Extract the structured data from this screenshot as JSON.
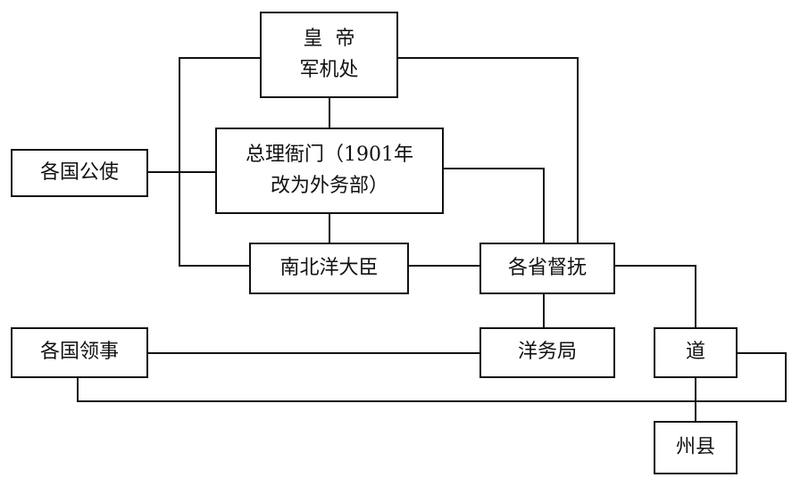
{
  "nodes": {
    "emperor": {
      "line1": "皇  帝",
      "line2": "军机处"
    },
    "zongli": {
      "line1": "总理衙门（1901年",
      "line2": "改为外务部）"
    },
    "envoys": {
      "label": "各国公使"
    },
    "nanbei": {
      "label": "南北洋大臣"
    },
    "governors": {
      "label": "各省督抚"
    },
    "consuls": {
      "label": "各国领事"
    },
    "yangwu": {
      "label": "洋务局"
    },
    "dao": {
      "label": "道"
    },
    "zhouxian": {
      "label": "州县"
    }
  },
  "colors": {
    "line": "#111111",
    "background": "#ffffff"
  }
}
